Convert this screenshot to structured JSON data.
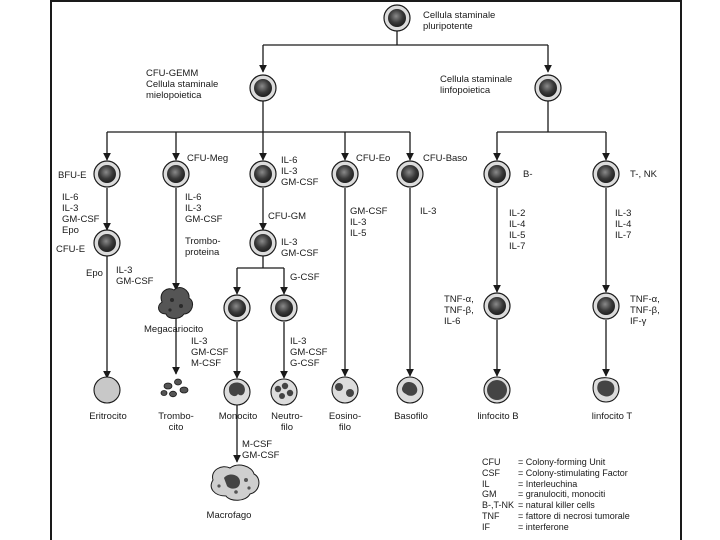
{
  "nodes": {
    "stem": "Cellula staminale\npluripotente",
    "cfu_gemm": "CFU-GEMM\nCellula staminale\nmielopoietica",
    "lympho": "Cellula staminale\nlinfopoietica",
    "bfu_e": "BFU-E",
    "cfu_meg": "CFU-Meg",
    "cfu_eo": "CFU-Eo",
    "cfu_baso": "CFU-Baso",
    "b": "B-",
    "t": "T-, NK",
    "cfu_e": "CFU-E",
    "cfu_gm": "CFU-GM",
    "megacariocito": "Megacariocito",
    "eritrocito": "Eritrocito",
    "trombocito": "Trombo-\ncito",
    "monocito": "Monocito",
    "neutrofilo": "Neutro-\nfilo",
    "eosinofilo": "Eosino-\nfilo",
    "basofilo": "Basofilo",
    "linfocito_b": "linfocito B",
    "linfocito_t": "linfocito T",
    "macrofago": "Macrofago"
  },
  "factors": {
    "bfu_e": "IL-6\nIL-3\nGM-CSF\nEpo",
    "epo": "Epo",
    "cfu_e": "IL-3\nGM-CSF",
    "meg": "IL-6\nIL-3\nGM-CSF",
    "trombo": "Trombo-\nproteina",
    "gm_top": "IL-6\nIL-3\nGM-CSF",
    "gm_mid": "IL-3\nGM-CSF",
    "gcsf": "G-CSF",
    "mono": "IL-3\nGM-CSF\nM-CSF",
    "neutro": "IL-3\nGM-CSF\nG-CSF",
    "eo": "GM-CSF\nIL-3\nIL-5",
    "baso": "IL-3",
    "b": "IL-2\nIL-4\nIL-5\nIL-7",
    "t": "IL-3\nIL-4\nIL-7",
    "b_pre": "TNF-α,\nTNF-β,\nIL-6",
    "t_pre": "TNF-α,\nTNF-β,\nIF-γ",
    "macro": "M-CSF\nGM-CSF"
  },
  "legend": [
    {
      "abbr": "CFU",
      "def": "= Colony-forming Unit"
    },
    {
      "abbr": "CSF",
      "def": "= Colony-stimulating Factor"
    },
    {
      "abbr": "IL",
      "def": "= Interleuchina"
    },
    {
      "abbr": "GM",
      "def": "= granulociti, monociti"
    },
    {
      "abbr": "B-,T-NK",
      "def": "= natural killer cells"
    },
    {
      "abbr": "TNF",
      "def": "= fattore di necrosi tumorale"
    },
    {
      "abbr": "IF",
      "def": "= interferone"
    }
  ],
  "colors": {
    "line": "#1a1a1a",
    "cell_dark": "#555555",
    "cell_light": "#dcdcdc",
    "eritro": "#c8c8c8"
  }
}
